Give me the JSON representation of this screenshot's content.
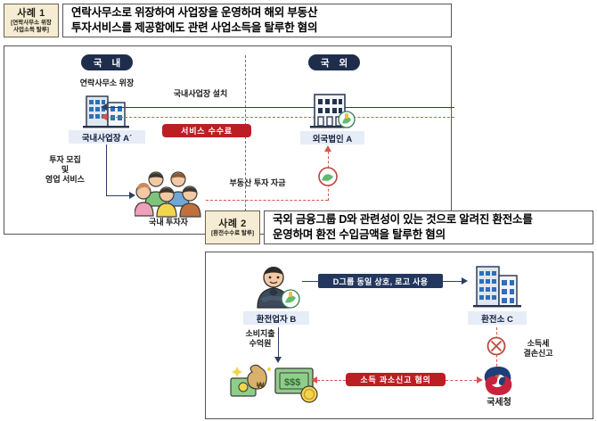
{
  "case1": {
    "tag_title": "사례 1",
    "tag_sub_line1": "[연락사무소 위장",
    "tag_sub_line2": "사업소득 탈루]",
    "title_line1": "연락사무소로 위장하여 사업장을 운영하며 해외 부동산",
    "title_line2": "투자서비스를 제공함에도 관련 사업소득을 탈루한 혐의",
    "region_domestic": "국 내",
    "region_foreign": "국 외",
    "label_disguise": "연락사무소 위장",
    "chip_domestic_office": "국내사업장 A´",
    "chip_foreign_corp": "외국법인 A",
    "chip_investors": "국내 투자자",
    "arrow_establish": "국내사업장 설치",
    "banner_service_fee": "서비스 수수료",
    "label_invest_line1": "투자 모집",
    "label_invest_line2": "및",
    "label_invest_line3": "영업 서비스",
    "label_realestate_fund": "부동산 투자 자금"
  },
  "case2": {
    "tag_title": "사례 2",
    "tag_sub": "[환전수수료 탈루]",
    "title_line1": "국외 금융그룹 D와 관련성이 있는 것으로 알려진 환전소를",
    "title_line2": "운영하며 환전 수입금액을 탈루한 혐의",
    "chip_exchanger": "환전업자 B",
    "chip_exchange_office": "환전소 C",
    "chip_nts": "국세청",
    "banner_same_brand": "D그룹 동일 상호, 로고 사용",
    "banner_underreport": "소득 과소신고 혐의",
    "label_spending_line1": "소비지출",
    "label_spending_line2": "수억원",
    "label_deficit_line1": "소득세",
    "label_deficit_line2": "결손신고"
  },
  "colors": {
    "tag_bg": "#f5ecd3",
    "tag_border": "#6b6250",
    "pill_navy": "#1f2d4d",
    "chip_bg": "#e7edf7",
    "banner_red": "#bb1f23",
    "banner_navy": "#23375e",
    "line_navy": "#2b3f63",
    "line_red": "#d3574a"
  },
  "icons": {
    "building_domestic": "office-building-icon",
    "building_foreign": "foreign-building-icon",
    "investors": "investor-group-icon",
    "money_bag": "money-bag-icon",
    "money_stack": "money-stack-icon",
    "person_exchanger": "businessman-icon",
    "money_circle": "money-circle-icon",
    "blocked": "blocked-circle-icon",
    "nts_logo": "nts-taegeuk-logo-icon"
  }
}
